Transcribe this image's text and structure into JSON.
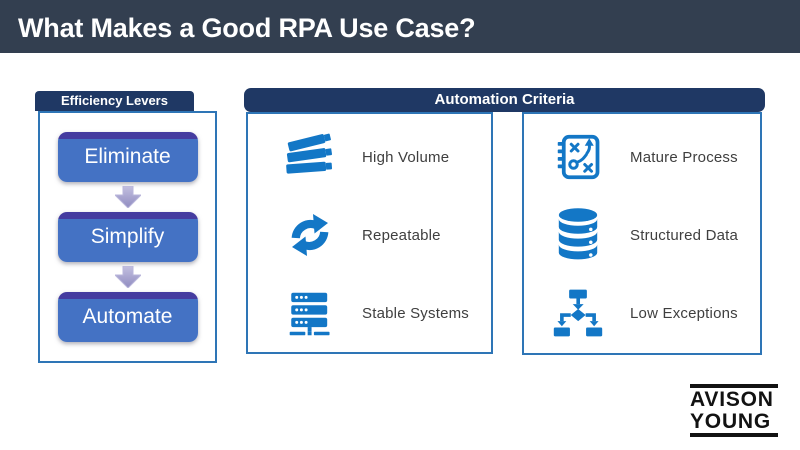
{
  "title": "What Makes a Good RPA Use Case?",
  "efficiency": {
    "header": "Efficiency Levers",
    "steps": [
      {
        "label": "Eliminate"
      },
      {
        "label": "Simplify"
      },
      {
        "label": "Automate"
      }
    ]
  },
  "criteria": {
    "header": "Automation Criteria",
    "columns": [
      {
        "items": [
          {
            "icon": "books-icon",
            "label": "High Volume"
          },
          {
            "icon": "sync-arrows-icon",
            "label": "Repeatable"
          },
          {
            "icon": "server-rack-icon",
            "label": "Stable Systems"
          }
        ]
      },
      {
        "items": [
          {
            "icon": "process-playbook-icon",
            "label": "Mature Process"
          },
          {
            "icon": "database-icon",
            "label": "Structured Data"
          },
          {
            "icon": "flowchart-icon",
            "label": "Low Exceptions"
          }
        ]
      }
    ]
  },
  "logo": {
    "line1": "AVISON",
    "line2": "YOUNG"
  },
  "colors": {
    "title_bar_bg": "#333F50",
    "section_header_bg": "#1F3864",
    "panel_border": "#2E75B6",
    "step_fill": "#4472C4",
    "step_top_strip": "#453CA0",
    "arrow_fill_light": "#C3C0E0",
    "arrow_fill_dark": "#8F8BC0",
    "icon_blue": "#1377C6",
    "label_text": "#3F3F3F",
    "title_text": "#FFFFFF"
  }
}
